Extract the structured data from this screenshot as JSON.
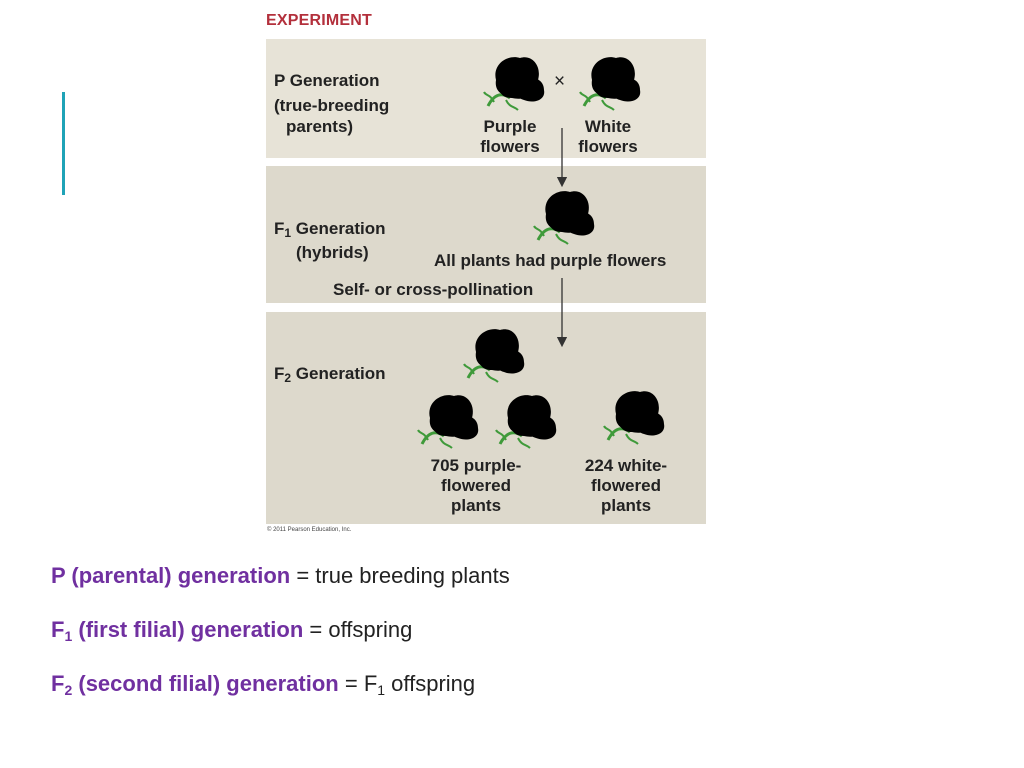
{
  "figure": {
    "title": "EXPERIMENT",
    "copyright": "© 2011 Pearson Education, Inc.",
    "p_generation": {
      "label_line1": "P Generation",
      "label_line2": "(true-breeding",
      "label_line3": "parents)",
      "cross_symbol": "×",
      "purple_label_line1": "Purple",
      "purple_label_line2": "flowers",
      "white_label_line1": "White",
      "white_label_line2": "flowers"
    },
    "f1_generation": {
      "label_prefix": "F",
      "label_sub": "1",
      "label_suffix": " Generation",
      "label_line2": "(hybrids)",
      "result": "All plants had purple flowers",
      "pollination": "Self- or cross-pollination"
    },
    "f2_generation": {
      "label_prefix": "F",
      "label_sub": "2",
      "label_suffix": " Generation",
      "purple_count_line1": "705 purple-",
      "purple_count_line2": "flowered",
      "purple_count_line3": "plants",
      "white_count_line1": "224 white-",
      "white_count_line2": "flowered",
      "white_count_line3": "plants"
    },
    "colors": {
      "purple_flower": "#9b5fb5",
      "white_flower": "#e6eef2",
      "title": "#b3303c"
    }
  },
  "definitions": [
    {
      "term_prefix": "P (parental) generation",
      "term_sub": "",
      "term_suffix": "",
      "equals": " = ",
      "meaning_prefix": "true breeding plants",
      "meaning_sub": "",
      "meaning_suffix": ""
    },
    {
      "term_prefix": "F",
      "term_sub": "1",
      "term_suffix": " (first filial) generation",
      "equals": " = ",
      "meaning_prefix": "offspring",
      "meaning_sub": "",
      "meaning_suffix": ""
    },
    {
      "term_prefix": "F",
      "term_sub": "2",
      "term_suffix": " (second filial) generation",
      "equals": " = ",
      "meaning_prefix": "F",
      "meaning_sub": "1",
      "meaning_suffix": " offspring"
    }
  ],
  "accent_color": "#1fa3b7",
  "term_color": "#7030a0"
}
